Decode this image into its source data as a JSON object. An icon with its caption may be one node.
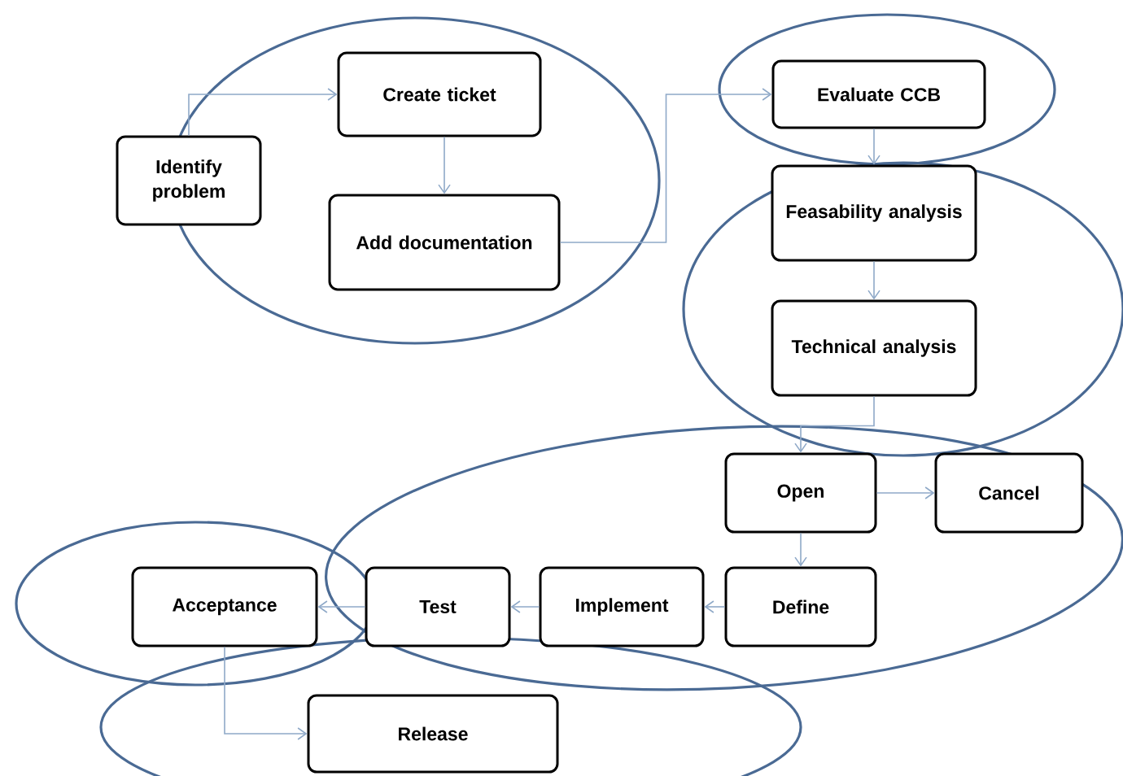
{
  "diagram": {
    "nodes": [
      {
        "text": [
          "Identify problem"
        ]
      },
      {
        "text": [
          "Create ticket"
        ]
      },
      {
        "text": [
          "Add documentation"
        ]
      },
      {
        "text": [
          "Evaluate CCB"
        ]
      },
      {
        "text": [
          "Feasability analysis"
        ]
      },
      {
        "text": [
          "Technical analysis"
        ]
      },
      {
        "text": [
          "Open"
        ]
      },
      {
        "text": [
          "Cancel"
        ]
      },
      {
        "text": [
          "Define"
        ]
      },
      {
        "text": [
          "Implement"
        ]
      },
      {
        "text": [
          "Test"
        ]
      },
      {
        "text": [
          "Acceptance"
        ]
      },
      {
        "text": [
          "Release"
        ]
      }
    ],
    "edges": [
      {
        "from": 0,
        "to": 1,
        "arrow": "to"
      },
      {
        "from": 1,
        "to": 2,
        "arrow": "to"
      },
      {
        "from": 2,
        "to": 3,
        "arrow": "to"
      },
      {
        "from": 3,
        "to": 4,
        "arrow": "to"
      },
      {
        "from": 4,
        "to": 5,
        "arrow": "to"
      },
      {
        "from": 5,
        "to": 6,
        "arrow": "to"
      },
      {
        "from": 6,
        "to": 7,
        "arrow": "to"
      },
      {
        "from": 6,
        "to": 8,
        "arrow": "to"
      },
      {
        "from": 8,
        "to": 9,
        "arrow": "to"
      },
      {
        "from": 9,
        "to": 10,
        "arrow": "to"
      },
      {
        "from": 10,
        "to": 11,
        "arrow": "to"
      },
      {
        "from": 11,
        "to": 12,
        "arrow": "to"
      }
    ]
  }
}
